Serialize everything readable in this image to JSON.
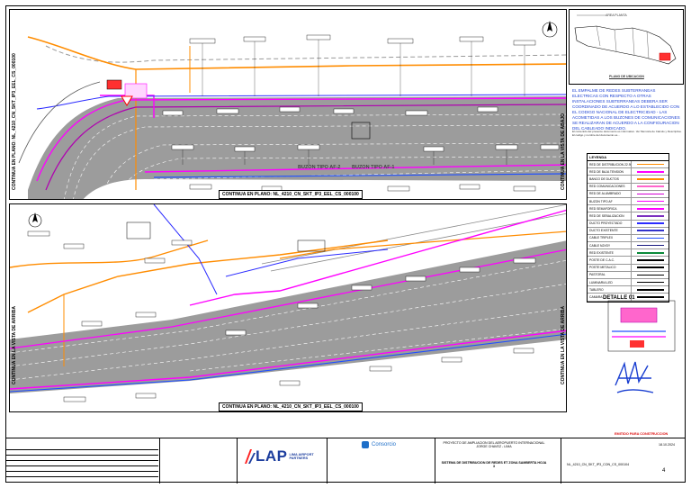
{
  "plan": {
    "top_bottom_label": "CONTINUA EN PLANO: NL_4210_CN_SKT_IP3_EEL_CS_000100",
    "bottom_bottom_label": "CONTINUA EN PLANO: NL_4210_CN_SKT_IP3_EEL_CS_000100",
    "left_vertical_top": "CONTINUA EN PLANO: NL_4210_CN_SKT_IP3_EEL_CS_000100",
    "right_vertical_top": "CONTINUA EN LA VISTA DE ABAJO",
    "left_vertical_bottom": "CONTINUA EN LA VISTA DE ARRIBA",
    "right_vertical_bottom": "CONTINUA EN LA VISTA DE ARRIBA",
    "buzon_1": "BUZON TIPO AF-2",
    "buzon_2": "BUZON TIPO AF-1"
  },
  "side": {
    "map_label": "PLANO DE UBICACION",
    "map_area": "AREA PLANTA",
    "notes": "EL EMPALME DE REDES SUBTERRANEAS ELECTRICAS CON RESPECTO A OTRAS INSTALACIONES SUBTERRANEAS DEBERA SER COORDINADO DE ACUERDO A LO ESTABLECIDO CON EL CODIGO NACIONAL DE ELECTRICIDAD - LAS ACOMETIDAS A LOS BUZONES DE COMUNICACIONES SE REALIZARAN DE ACUERDO A LA CONFIGURACION DEL CABLEADO INDICADO.",
    "notes_small": "El contenido del presente documento es informativo. Ver Memoria de Calculo y Descriptiva. El codigo y nombre del documento es...",
    "legend_title": "LEYENDA",
    "legend": [
      {
        "name": "RED DE DISTRIBUCION 22.9kV",
        "color": "#ff8c00"
      },
      {
        "name": "RED DE BAJA TENSION",
        "color": "#ff00ff"
      },
      {
        "name": "BANCO DE DUCTOS",
        "color": "#ff8c00"
      },
      {
        "name": "RED COMUNICACIONES",
        "color": "#ff66cc"
      },
      {
        "name": "RED DE ALUMBRADO",
        "color": "#d400d4"
      },
      {
        "name": "BUZON TIPO AF",
        "color": "#ff00ff"
      },
      {
        "name": "RED SEMAFORICA",
        "color": "#ff00ff"
      },
      {
        "name": "RED DE SEÑALIZACION",
        "color": "#7b2fbf"
      },
      {
        "name": "DUCTO PROYECTADO",
        "color": "#2b2bff"
      },
      {
        "name": "DUCTO EXISTENTE",
        "color": "#3333cc"
      },
      {
        "name": "CABLE TRIPLEX",
        "color": "#2050ff"
      },
      {
        "name": "CABLE N2XSY",
        "color": "#1a1a80"
      },
      {
        "name": "RED EXISTENTE",
        "color": "#0a8a3a"
      },
      {
        "name": "POSTE DE C.A.C.",
        "color": "#000000"
      },
      {
        "name": "POSTE METALICO",
        "color": "#000000"
      },
      {
        "name": "PASTORAL",
        "color": "#000000"
      },
      {
        "name": "LUMINARIA LED",
        "color": "#000000"
      },
      {
        "name": "TABLERO",
        "color": "#000000"
      },
      {
        "name": "CAMARA",
        "color": "#000000"
      }
    ],
    "detail_title": "DETALLE 01"
  },
  "title_block": {
    "lap_logo": "LAP",
    "lap_sub1": "LIMA AIRPORT",
    "lap_sub2": "PARTNERS",
    "consorcio": "Consorcio",
    "project_title": "PROYECTO DE AMPLIACION DEL AEROPUERTO INTERNACIONAL JORGE CHAVEZ - LIMA",
    "drawing_title": "SISTEMA DE DISTRIBUCION DE REDES ET ZONA SAMBERTA HOJA 3",
    "drawing_number": "NL_4210_CN_SKT_IP3_CON_CS_000104",
    "sheet": "4",
    "status": "EMITIDO PARA CONSTRUCCION",
    "date": "18.10.2024"
  }
}
